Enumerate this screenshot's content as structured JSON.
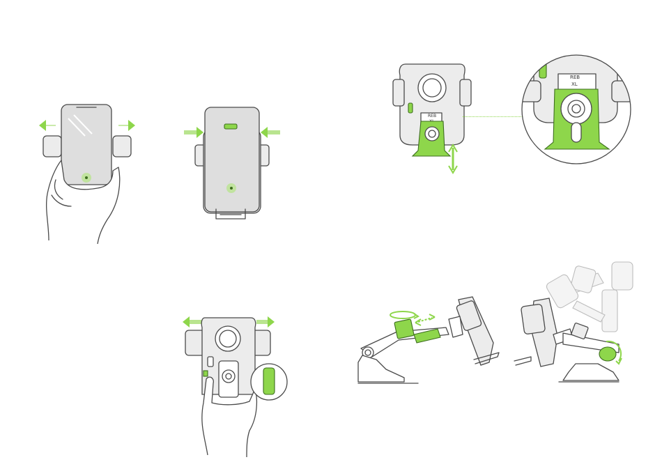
{
  "colors": {
    "accent": "#8ed64b",
    "line": "#4a4a4a",
    "device": "#dedede"
  },
  "labels": {
    "size_top": "REB",
    "size_bottom": "XL",
    "size_top_small": "REB",
    "size_bottom_small": "XL"
  },
  "icons": [
    "arrow-left-icon",
    "arrow-right-icon",
    "arrow-up-down-icon",
    "rotate-icon",
    "hand-icon"
  ]
}
